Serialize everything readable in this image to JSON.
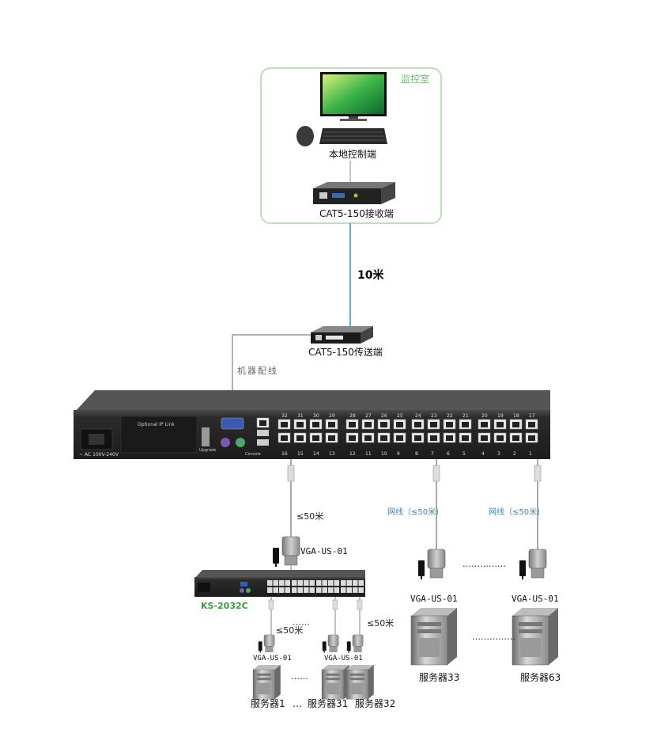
{
  "control_room": {
    "title": "监控室"
  },
  "local_console": {
    "label": "本地控制端"
  },
  "receiver": {
    "label": "CAT5-150接收端"
  },
  "distance_main": {
    "label": "10米"
  },
  "transmitter": {
    "label": "CAT5-150传送端"
  },
  "rack_cable": {
    "label": "机器配线"
  },
  "main_switch": {
    "ip_link_label": "Optional IP Link",
    "upgrade_label": "Upgrade",
    "console_label": "Console",
    "ports_top": [
      "32",
      "31",
      "30",
      "29",
      "28",
      "27",
      "26",
      "25",
      "24",
      "23",
      "22",
      "21",
      "20",
      "19",
      "18",
      "17"
    ],
    "ports_bottom": [
      "16",
      "15",
      "14",
      "13",
      "12",
      "11",
      "10",
      "9",
      "8",
      "7",
      "6",
      "5",
      "4",
      "3",
      "2",
      "1"
    ]
  },
  "cascade": {
    "distance_label": "≤50米",
    "adapter_label": "VGA-US-01",
    "switch_model": "KS-2032C",
    "sub_distance_1": "≤50米",
    "sub_distance_2": "≤50米",
    "sub_adapter_1": "VGA-US-01",
    "sub_adapter_2": "VGA-US-01",
    "dots_1": "……",
    "dots_2": "……",
    "server_1": "服务器1",
    "server_ellipsis": "…",
    "server_31": "服务器31",
    "server_32": "服务器32"
  },
  "direct_left": {
    "distance_label": "网线（≤50米）",
    "adapter_label": "VGA-US-01",
    "server_label": "服务器33"
  },
  "direct_right": {
    "distance_label": "网线（≤50米）",
    "adapter_label": "VGA-US-01",
    "server_label": "服务器63"
  },
  "dots_adapters": "……………",
  "dots_servers": "……………",
  "colors": {
    "accent_green": "#a8d8a0",
    "cable_blue": "#3a86c4",
    "switch_body": "#2a2a2a"
  }
}
